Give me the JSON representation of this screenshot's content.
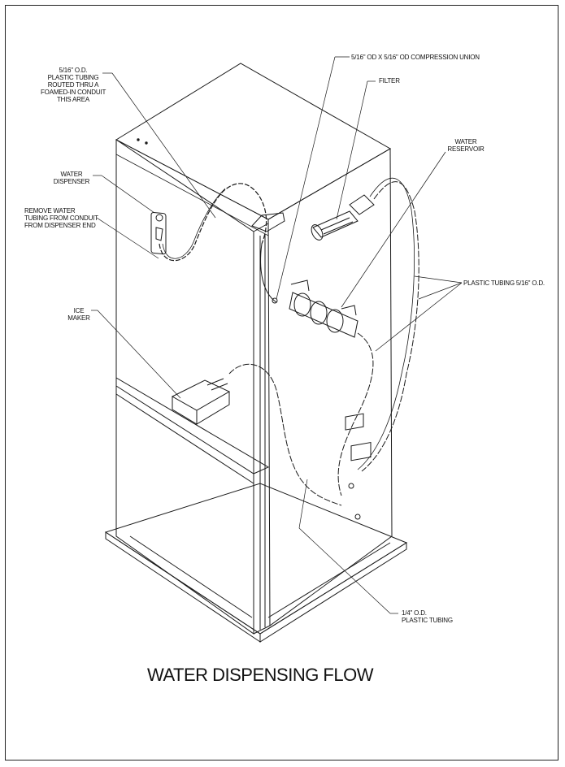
{
  "title": "WATER DISPENSING FLOW",
  "labels": {
    "tubing_conduit": [
      "5/16\" O.D.",
      "PLASTIC TUBING",
      "ROUTED THRU A",
      "FOAMED-IN CONDUIT",
      "THIS AREA"
    ],
    "compression_union": "5/16\" OD x 5/16\" OD COMPRESSION UNION",
    "filter": "FILTER",
    "water_reservoir": [
      "WATER",
      "RESERVOIR"
    ],
    "water_dispenser": [
      "WATER",
      "DISPENSER"
    ],
    "remove_tubing": [
      "REMOVE WATER",
      "TUBING FROM CONDUIT",
      "FROM DISPENSER END"
    ],
    "plastic_tubing": "PLASTIC TUBING  5/16\" O.D.",
    "ice_maker": [
      "ICE",
      "MAKER"
    ],
    "quarter_tubing": [
      "1/4\" O.D.",
      "PLASTIC TUBING"
    ]
  },
  "colors": {
    "line": "#1a1a1a",
    "paper": "#ffffff"
  }
}
